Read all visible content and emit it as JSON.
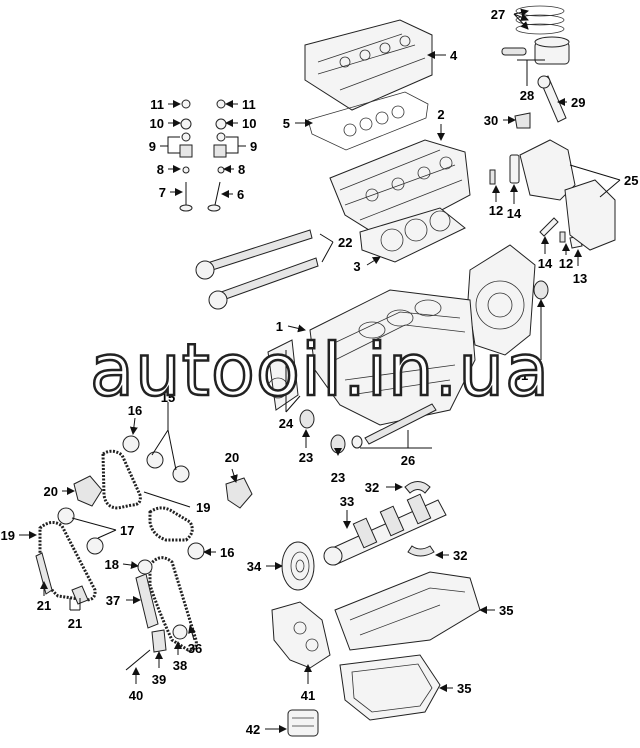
{
  "diagram": {
    "callouts": [
      "1",
      "2",
      "3",
      "4",
      "5",
      "6",
      "7",
      "8",
      "8",
      "9",
      "9",
      "10",
      "10",
      "11",
      "11",
      "12",
      "12",
      "13",
      "14",
      "14",
      "15",
      "16",
      "16",
      "17",
      "18",
      "19",
      "19",
      "20",
      "20",
      "21",
      "21",
      "22",
      "23",
      "23",
      "24",
      "25",
      "26",
      "27",
      "28",
      "29",
      "30",
      "31",
      "32",
      "32",
      "33",
      "34",
      "35",
      "35",
      "36",
      "37",
      "38",
      "39",
      "40",
      "41",
      "42"
    ]
  },
  "watermark": {
    "text": "autooil.in.ua"
  }
}
